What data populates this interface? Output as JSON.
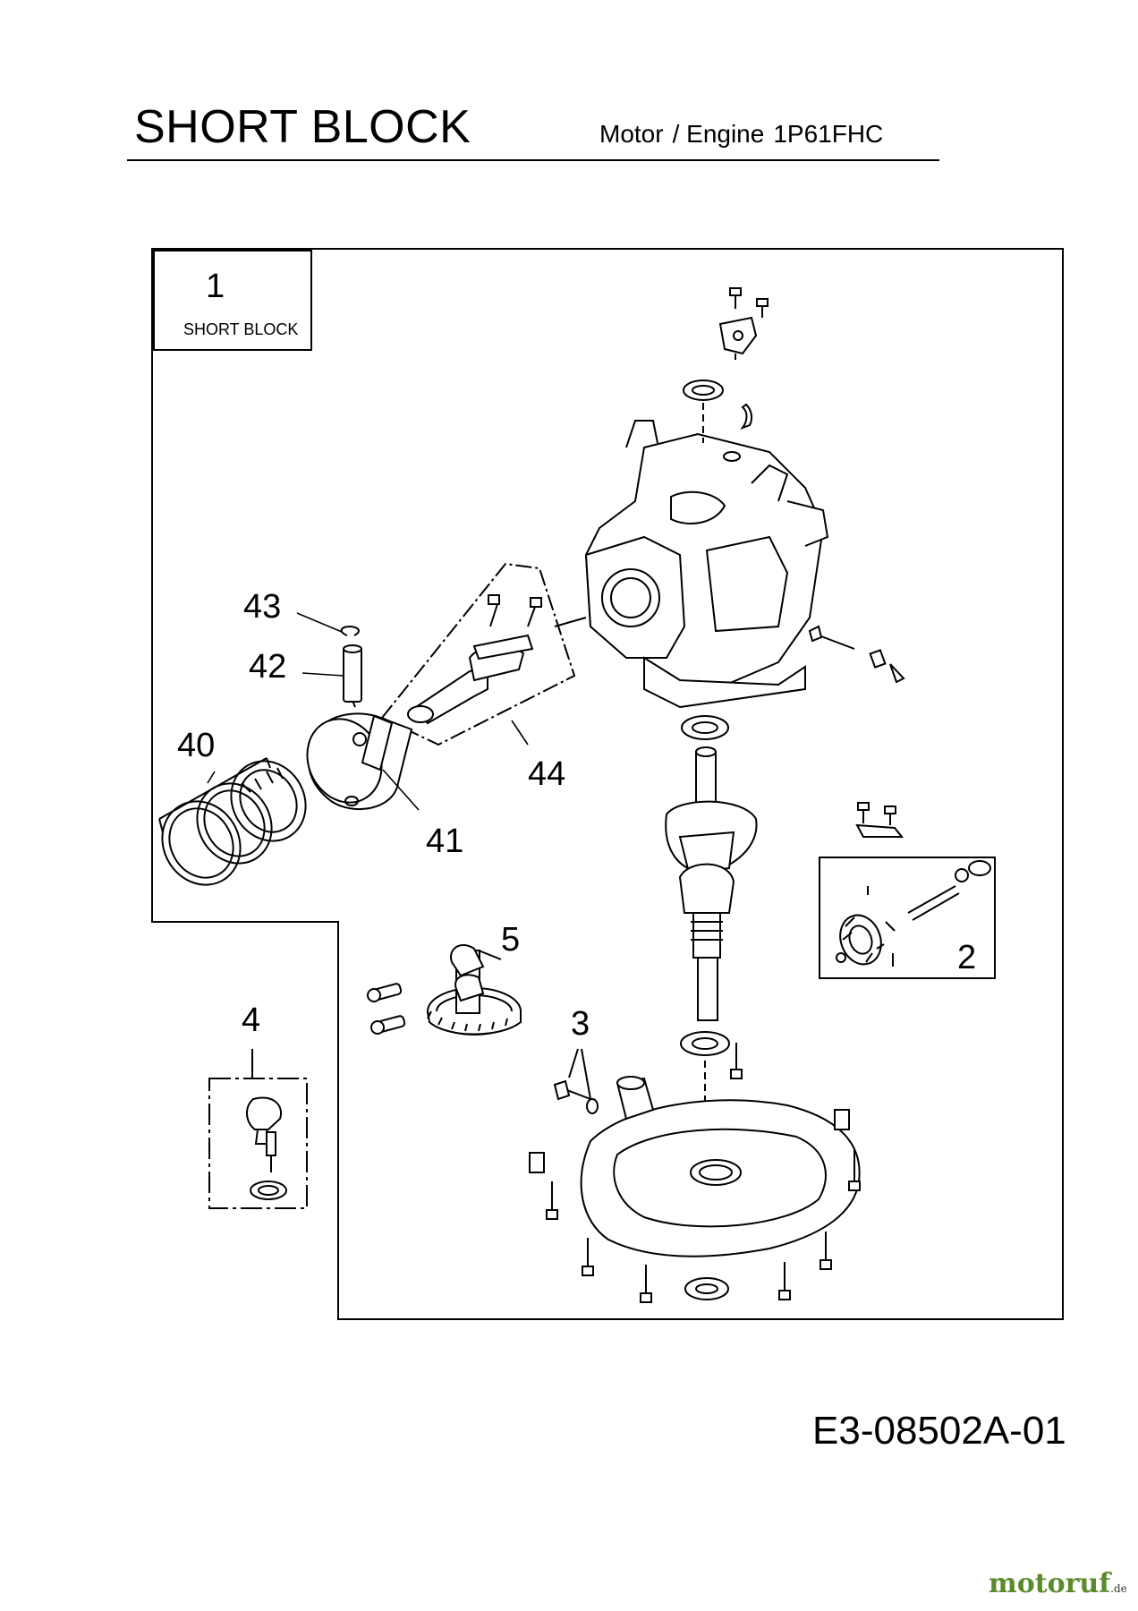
{
  "header": {
    "title": "SHORT BLOCK",
    "subtitle_motor": "Motor",
    "subtitle_engine": "/ Engine",
    "subtitle_model": "1P61FHC"
  },
  "inset_box": {
    "number": "1",
    "label": "SHORT BLOCK"
  },
  "callouts": {
    "p2": "2",
    "p3": "3",
    "p4": "4",
    "p5": "5",
    "p40": "40",
    "p41": "41",
    "p42": "42",
    "p43": "43",
    "p44": "44"
  },
  "footer": {
    "drawing_code": "E3-08502A-01"
  },
  "watermark": {
    "brand": "motoruf",
    "tld": ".de",
    "color": "#5a8a2a"
  }
}
